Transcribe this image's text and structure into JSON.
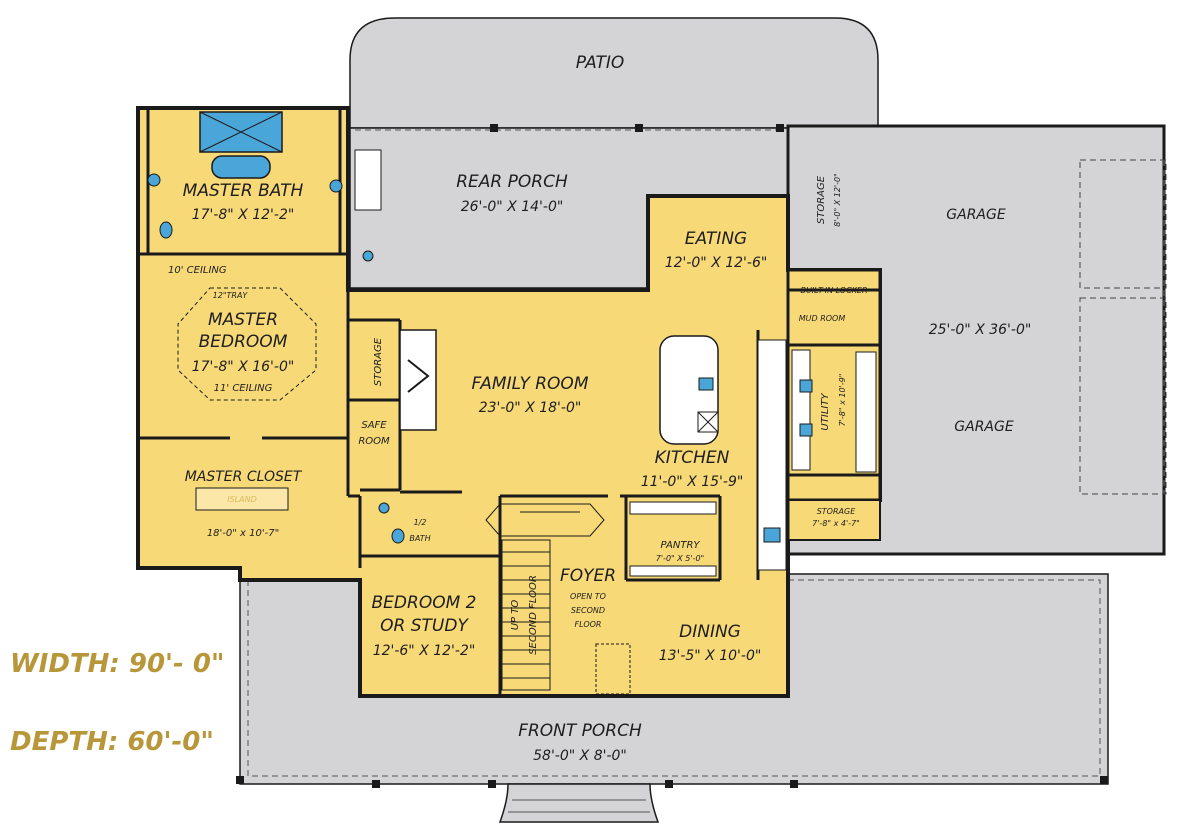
{
  "rooms": {
    "patio": {
      "name": "PATIO"
    },
    "rear_porch": {
      "name": "REAR PORCH",
      "size": "26'-0\" X 14'-0\""
    },
    "master_bath": {
      "name": "MASTER BATH",
      "size": "17'-8\" X 12'-2\""
    },
    "master_bedroom": {
      "name1": "MASTER",
      "name2": "BEDROOM",
      "size": "17'-8\" X 16'-0\"",
      "tray": "12\"TRAY",
      "ceiling": "11' CEILING",
      "ceiling_top": "10' CEILING"
    },
    "master_closet": {
      "name": "MASTER CLOSET",
      "island": "ISLAND",
      "size": "18'-0\" x 10'-7\""
    },
    "storage_center": {
      "name": "STORAGE"
    },
    "safe_room": {
      "name1": "SAFE",
      "name2": "ROOM"
    },
    "half_bath": {
      "name1": "1/2",
      "name2": "BATH"
    },
    "family_room": {
      "name": "FAMILY ROOM",
      "size": "23'-0\" X 18'-0\""
    },
    "eating": {
      "name": "EATING",
      "size": "12'-0\" X 12'-6\""
    },
    "kitchen": {
      "name": "KITCHEN",
      "size": "11'-0\" X 15'-9\""
    },
    "pantry": {
      "name": "PANTRY",
      "size": "7'-0\" X 5'-0\""
    },
    "bedroom2": {
      "name1": "BEDROOM 2",
      "name2": "OR STUDY",
      "size": "12'-6\" X 12'-2\""
    },
    "foyer": {
      "name": "FOYER",
      "note1": "OPEN TO",
      "note2": "SECOND",
      "note3": "FLOOR"
    },
    "stairs": {
      "line1": "UP TO",
      "line2": "SECOND FLOOR"
    },
    "dining": {
      "name": "DINING",
      "size": "13'-5\" X 10'-0\""
    },
    "front_porch": {
      "name": "FRONT PORCH",
      "size": "58'-0\" X 8'-0\""
    },
    "storage_garage": {
      "name": "STORAGE",
      "size": "8'-0\" X 12'-0\""
    },
    "built_in_locker": {
      "name": "BUILT-IN LOCKER"
    },
    "mud_room": {
      "name": "MUD ROOM"
    },
    "utility": {
      "name": "UTILITY",
      "size": "7'-8\" x 10'-9\""
    },
    "storage_small": {
      "name": "STORAGE",
      "size": "7'-8\" x 4'-7\""
    },
    "garage": {
      "name_top": "GARAGE",
      "name_bottom": "GARAGE",
      "size": "25'-0\" X 36'-0\""
    }
  },
  "dimensions": {
    "width": "WIDTH: 90'- 0\"",
    "depth": "DEPTH: 60'-0\""
  },
  "colors": {
    "room_fill": "#f8d978",
    "porch_fill": "#d4d4d6",
    "wall": "#1a1a1a",
    "fixture": "#4aa6d8",
    "dimension_text": "#b8973a"
  }
}
